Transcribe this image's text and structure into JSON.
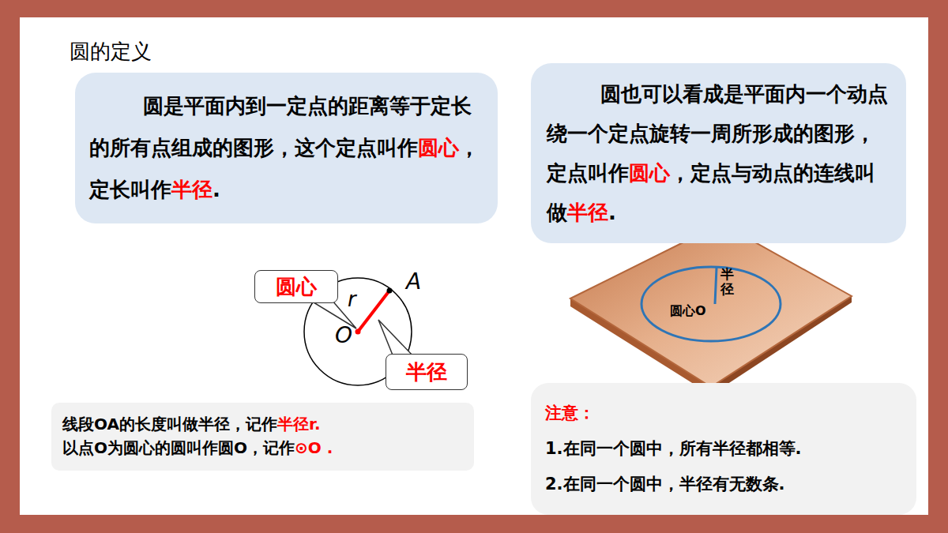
{
  "diagram": {
    "title": "圆的定义",
    "nodes": [
      {
        "text": [
          "圆是平面内到一定点的距离等于定长的所有点组成的图形，这个定点叫作",
          "圆心",
          "，定长叫作",
          "半径",
          "."
        ]
      },
      {
        "text": [
          "圆也可以看成是平面内一个动点绕一个定点旋转一周所形成的图形，定点叫作",
          "圆心",
          "，定点与动点的连线叫做",
          "半径",
          "."
        ]
      },
      {
        "text": [
          "圆心"
        ]
      },
      {
        "text": [
          "半径"
        ]
      },
      {
        "text": [
          "线段OA的长度叫做半径，记作",
          "半径r.",
          "以点O为圆心的圆叫作圆O，记作",
          "⊙O ."
        ]
      },
      {
        "text": [
          "注意：",
          "1.在同一个圆中，所有半径都相等.",
          "2.在同一个圆中，半径有无数条."
        ]
      }
    ],
    "labels": [
      "A",
      "r",
      "O",
      "半径",
      "圆心O"
    ]
  }
}
